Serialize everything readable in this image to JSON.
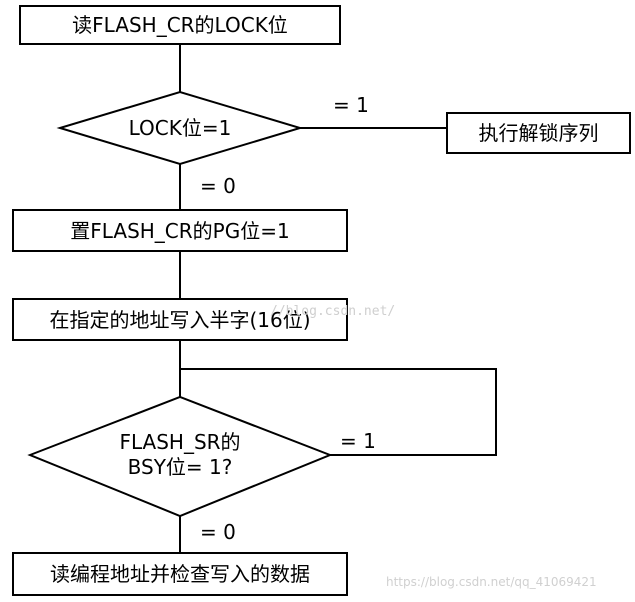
{
  "flowchart": {
    "steps": {
      "read_lock": "读FLASH_CR的LOCK位",
      "lock_check": "LOCK位=1",
      "unlock": "执行解锁序列",
      "set_pg": "置FLASH_CR的PG位=1",
      "write_half": "在指定的地址写入半字(16位)",
      "bsy_check_line1": "FLASH_SR的",
      "bsy_check_line2": "BSY位= 1?",
      "verify": "读编程地址并检查写入的数据"
    },
    "branches": {
      "lock_yes": "= 1",
      "lock_no": "= 0",
      "bsy_yes": "= 1",
      "bsy_no": "= 0"
    }
  },
  "watermarks": {
    "middle": "//blog.csdn.net/",
    "bottom": "https://blog.csdn.net/qq_41069421"
  }
}
